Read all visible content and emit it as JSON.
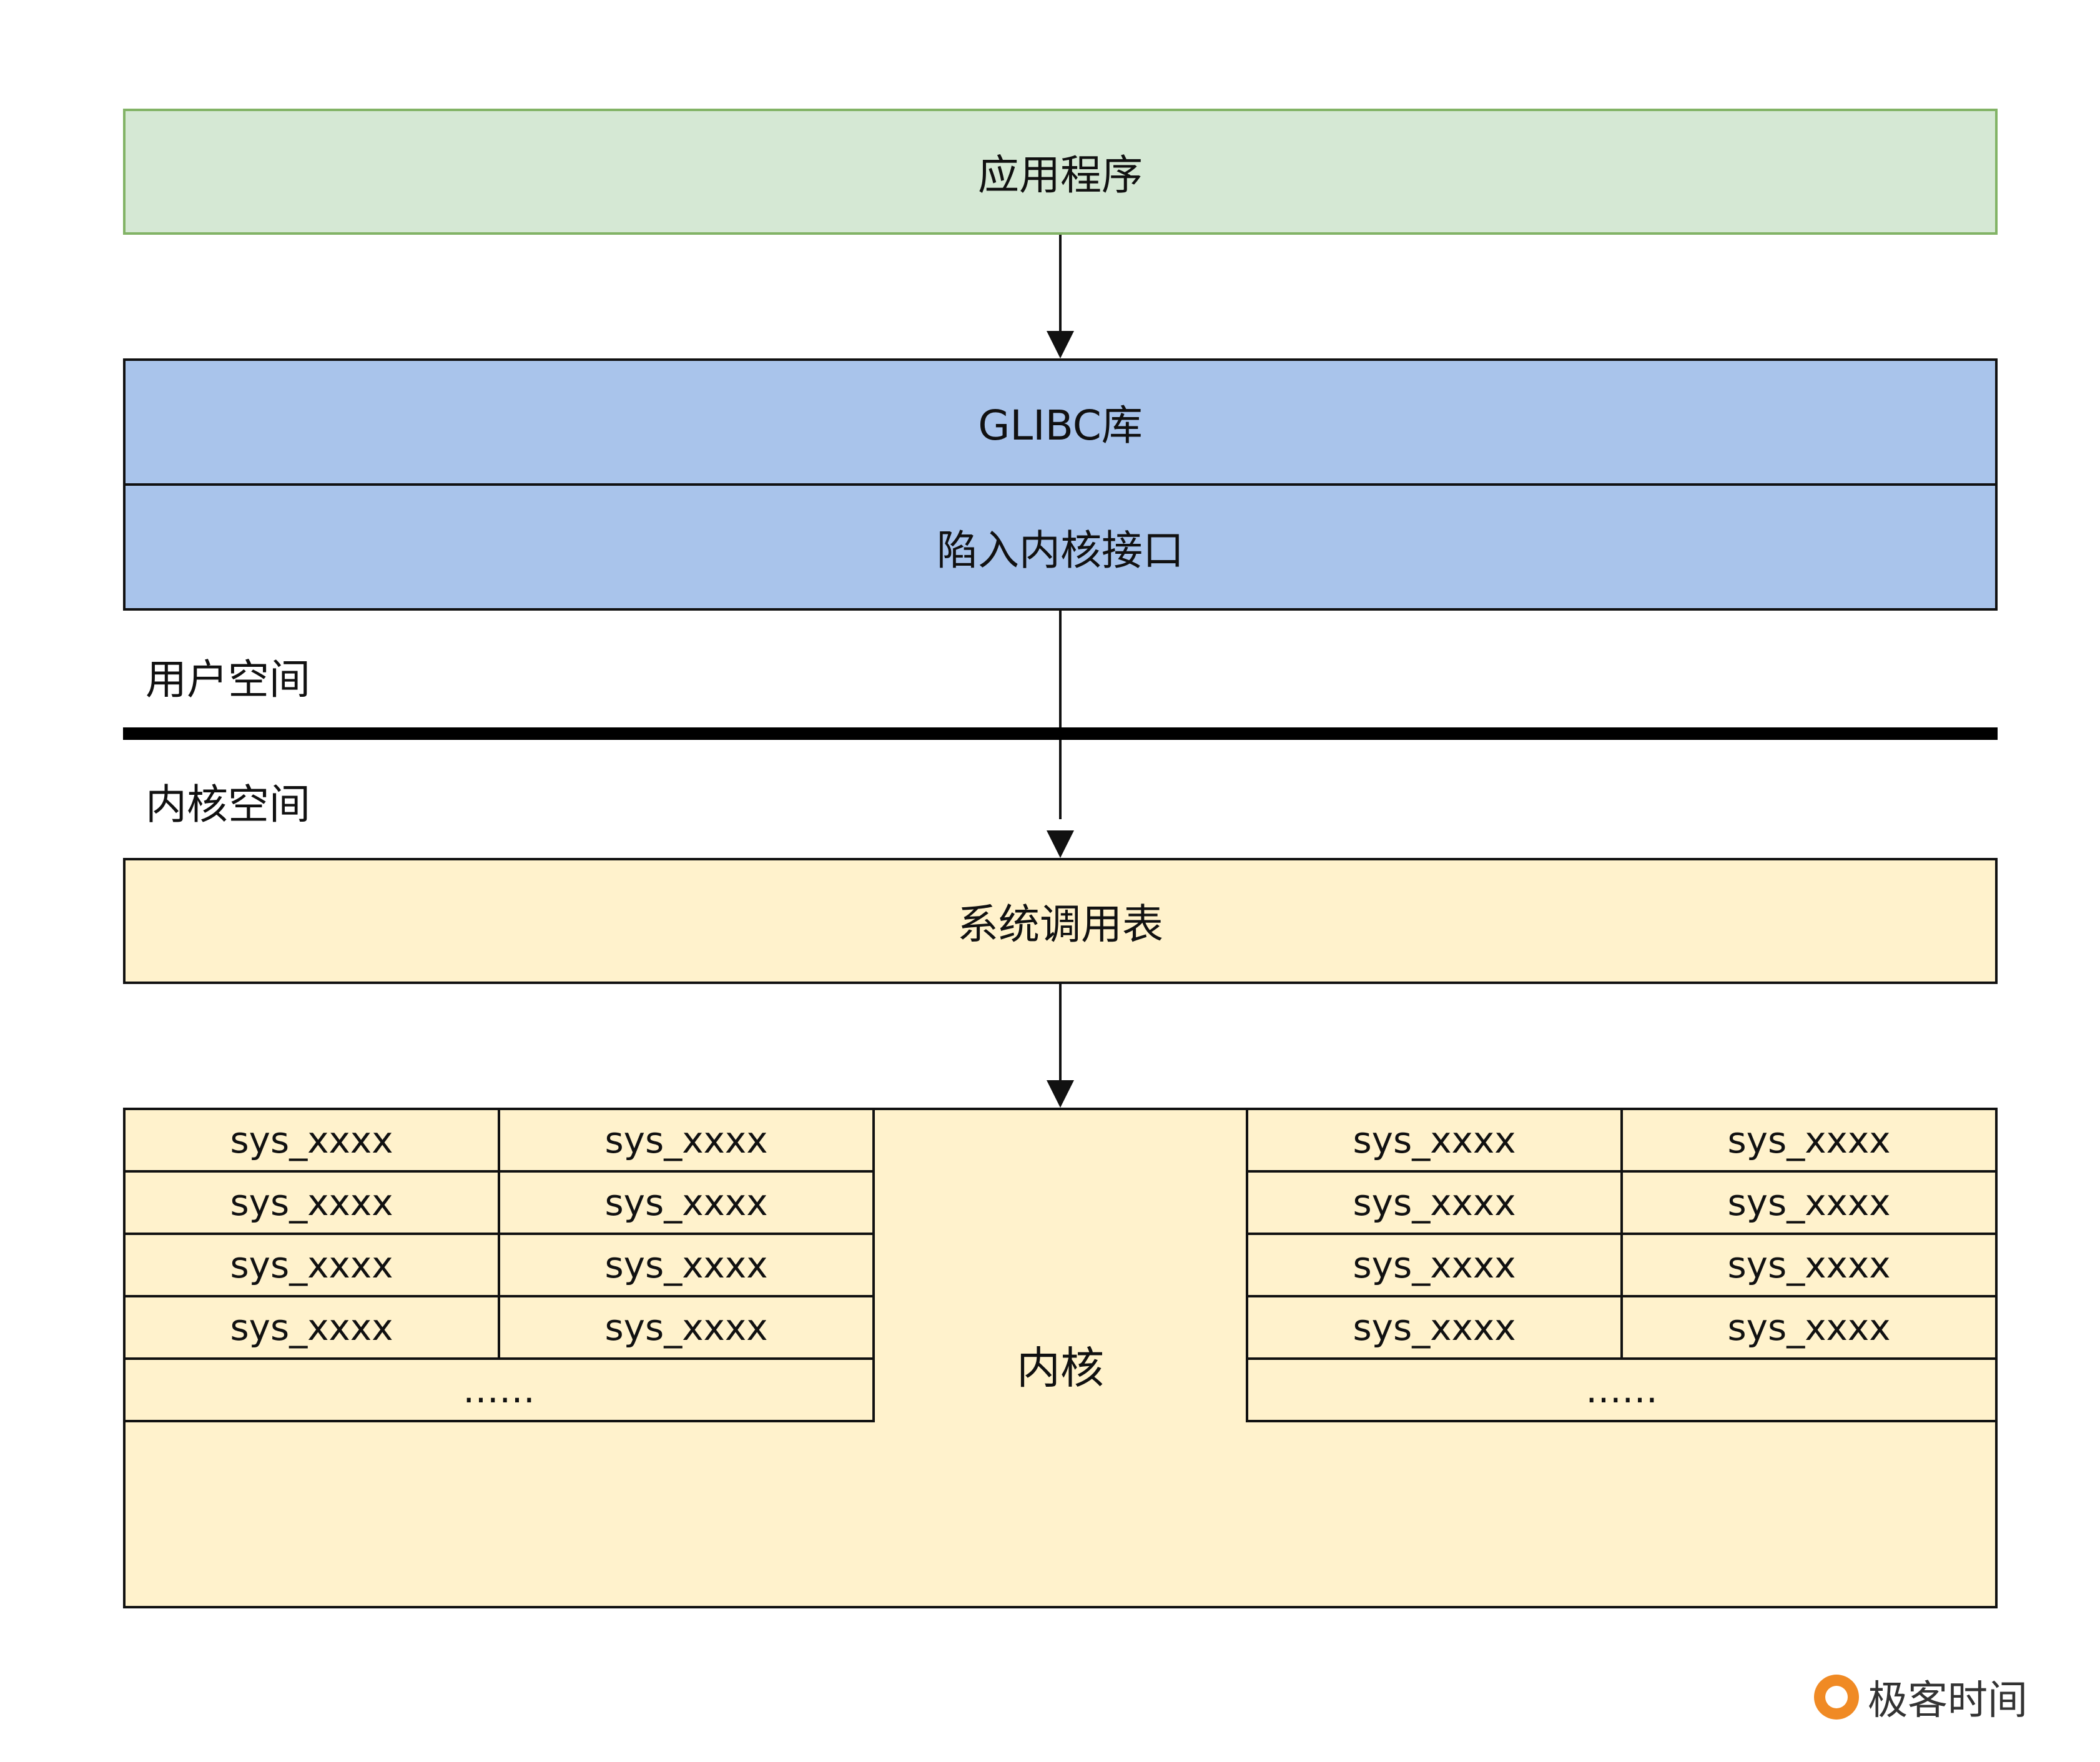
{
  "app": {
    "label": "应用程序"
  },
  "glibc": {
    "label": "GLIBC库",
    "interface_label": "陷入内核接口"
  },
  "user_space_label": "用户空间",
  "kernel_space_label": "内核空间",
  "syscall_table": {
    "label": "系统调用表"
  },
  "kernel": {
    "label": "内核",
    "left_table": {
      "rows": [
        [
          "sys_xxxx",
          "sys_xxxx"
        ],
        [
          "sys_xxxx",
          "sys_xxxx"
        ],
        [
          "sys_xxxx",
          "sys_xxxx"
        ],
        [
          "sys_xxxx",
          "sys_xxxx"
        ]
      ],
      "ellipsis": "……"
    },
    "right_table": {
      "rows": [
        [
          "sys_xxxx",
          "sys_xxxx"
        ],
        [
          "sys_xxxx",
          "sys_xxxx"
        ],
        [
          "sys_xxxx",
          "sys_xxxx"
        ],
        [
          "sys_xxxx",
          "sys_xxxx"
        ]
      ],
      "ellipsis": "……"
    }
  },
  "brand": {
    "name": "极客时间"
  },
  "colors": {
    "app_fill": "#d5e8d4",
    "glibc_fill": "#a9c4eb",
    "kernel_fill": "#fff2cc",
    "brand_accent": "#f08a24"
  }
}
